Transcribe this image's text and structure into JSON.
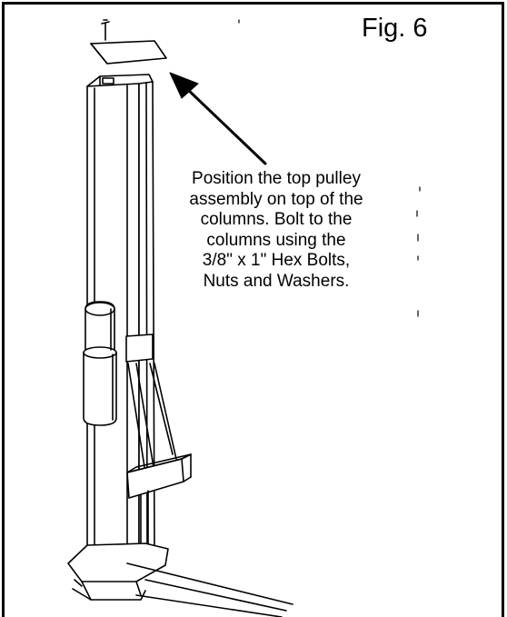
{
  "figure": {
    "label": "Fig. 6",
    "instruction": "Position the top pulley\nassembly on top of the\ncolumns. Bolt to the\ncolumns using the\n3/8\" x 1\" Hex Bolts,\nNuts and Washers."
  },
  "icons": {
    "arrow": "pointer-arrow-icon",
    "cap_plate": "top-pulley-plate",
    "column": "lift-column",
    "motor": "power-unit-motor"
  }
}
